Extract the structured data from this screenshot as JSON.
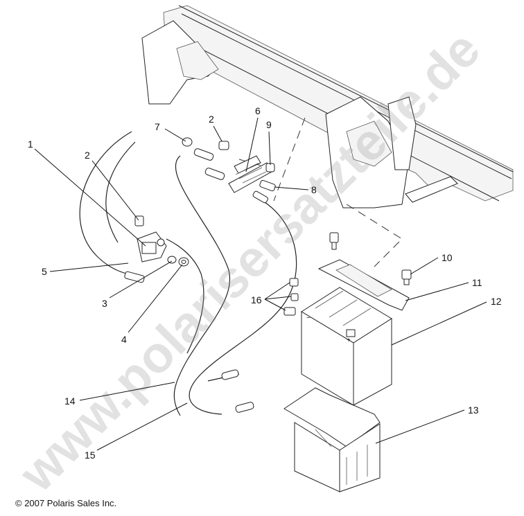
{
  "callouts": [
    {
      "id": "1",
      "label": "1"
    },
    {
      "id": "2a",
      "label": "2"
    },
    {
      "id": "2b",
      "label": "2"
    },
    {
      "id": "3",
      "label": "3"
    },
    {
      "id": "4",
      "label": "4"
    },
    {
      "id": "5",
      "label": "5"
    },
    {
      "id": "6",
      "label": "6"
    },
    {
      "id": "7",
      "label": "7"
    },
    {
      "id": "8",
      "label": "8"
    },
    {
      "id": "9",
      "label": "9"
    },
    {
      "id": "10",
      "label": "10"
    },
    {
      "id": "11",
      "label": "11"
    },
    {
      "id": "12",
      "label": "12"
    },
    {
      "id": "13",
      "label": "13"
    },
    {
      "id": "14",
      "label": "14"
    },
    {
      "id": "15",
      "label": "15"
    },
    {
      "id": "16",
      "label": "16"
    }
  ],
  "battery": {
    "minus": "−",
    "plus": "+"
  },
  "watermark": "www.polarisersatzteile.de",
  "copyright": "© 2007 Polaris Sales Inc."
}
